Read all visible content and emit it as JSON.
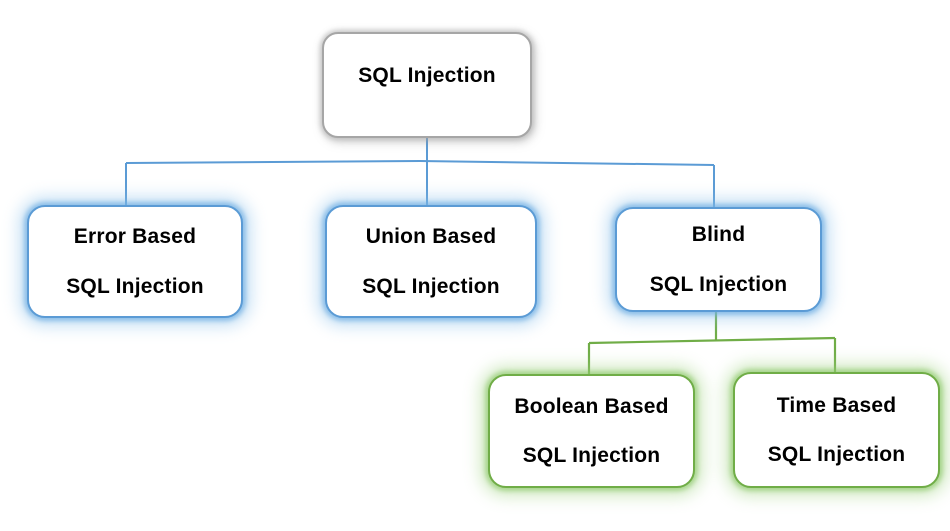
{
  "nodes": {
    "root": {
      "label": "SQL Injection"
    },
    "error": {
      "line1": "Error Based",
      "line2": "SQL Injection"
    },
    "union": {
      "line1": "Union Based",
      "line2": "SQL Injection"
    },
    "blind": {
      "line1": "Blind",
      "line2": "SQL Injection"
    },
    "boolean": {
      "line1": "Boolean Based",
      "line2": "SQL Injection"
    },
    "time": {
      "line1": "Time Based",
      "line2": "SQL Injection"
    }
  },
  "colors": {
    "background": "#ffffff",
    "text": "#000000",
    "root_border": "#a6a6a6",
    "blue_border": "#5b9bd5",
    "green_border": "#70ad47",
    "blue_connector": "#5b9bd5",
    "green_connector": "#70ad47"
  }
}
